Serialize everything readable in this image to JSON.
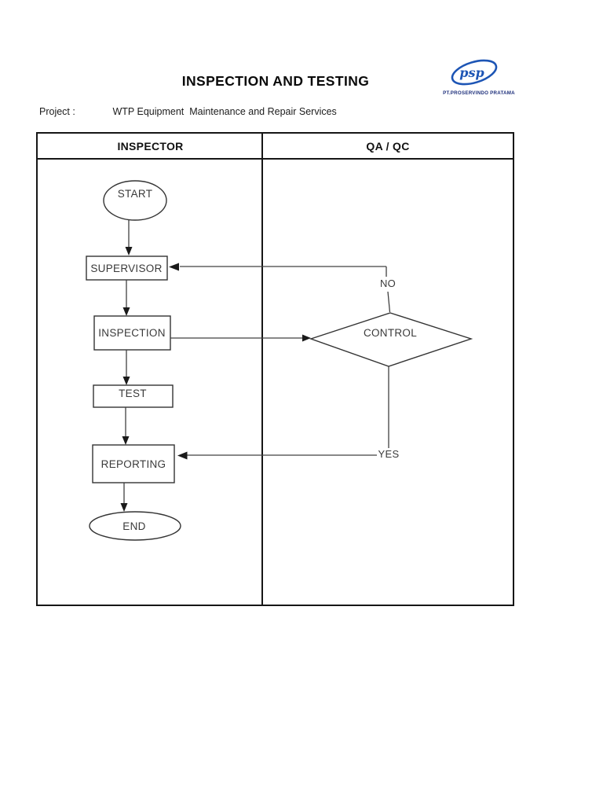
{
  "document": {
    "title": "INSPECTION AND TESTING",
    "project_label": "Project :",
    "project_value": "WTP Equipment  Maintenance and Repair Services"
  },
  "logo": {
    "monogram": "psp",
    "company": "PT.PROSERVINDO PRATAMA",
    "ellipse_color": "#1d55b5",
    "company_color": "#1d2f7b"
  },
  "swimlanes": {
    "left_header": "INSPECTOR",
    "right_header": "QA / QC"
  },
  "flowchart": {
    "start": "START",
    "supervisor": "SUPERVISOR",
    "inspection": "INSPECTION",
    "test": "TEST",
    "reporting": "REPORTING",
    "end": "END",
    "control": "CONTROL",
    "no_label": "NO",
    "yes_label": "YES"
  }
}
